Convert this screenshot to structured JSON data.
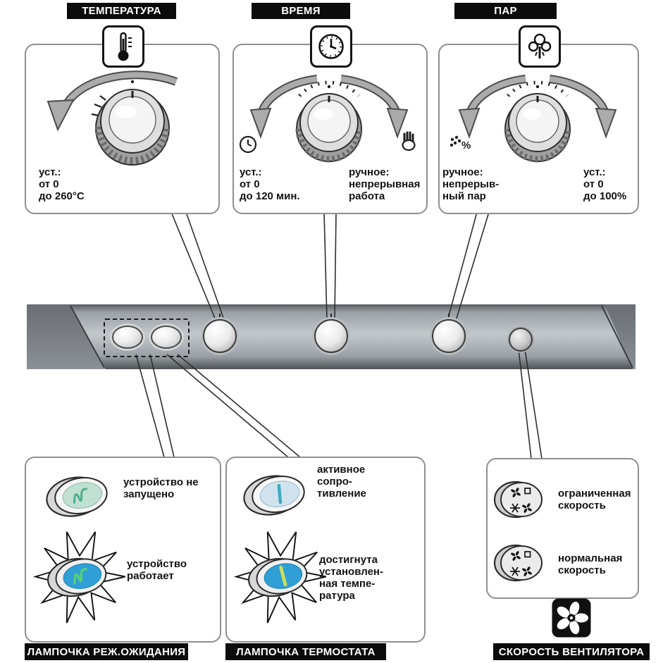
{
  "headers": {
    "temperature": "ТЕМПЕРАТУРА",
    "time": "ВРЕМЯ",
    "steam": "ПАР"
  },
  "temperature": {
    "range": "уст.:\nот 0\nдо 260°C"
  },
  "time": {
    "set_range": "уст.:\nот 0\nдо 120 мин.",
    "manual": "ручное:\nнепрерывная\nработа"
  },
  "steam": {
    "manual": "ручное:\nнепрерыв-\nный пар",
    "set_range": "уст.:\nот 0\nдо 100%",
    "percent_symbol": "%"
  },
  "standby": {
    "title": "ЛАМПОЧКА РЕЖ.ОЖИДАНИЯ",
    "off": "устройство не\nзапущено",
    "on": "устройство\nработает"
  },
  "thermostat": {
    "title": "ЛАМПОЧКА ТЕРМОСТАТА",
    "off": "активное\nсопро-\nтивление",
    "on": "достигнута\nустановлен-\nная темпе-\nратура"
  },
  "fan": {
    "title": "СКОРОСТЬ ВЕНТИЛЯТОРА",
    "limited": "ограниченная\nскорость",
    "normal": "нормальная\nскорость"
  },
  "icons": [
    "thermometer-icon",
    "clock-icon",
    "steam-icon",
    "hand-icon",
    "droplets-icon",
    "fan-icon"
  ],
  "colors": {
    "header_bar": "#0b0b0b",
    "box_border": "#8f8f8f",
    "panel_gray": "#9aa0a5",
    "lamp_on_blue": "#2f9fd6",
    "lamp_green": "#57d06e",
    "thermostat_mark_yellow": "#cde05a",
    "lamp_off_teal": "#bfe0d3"
  }
}
